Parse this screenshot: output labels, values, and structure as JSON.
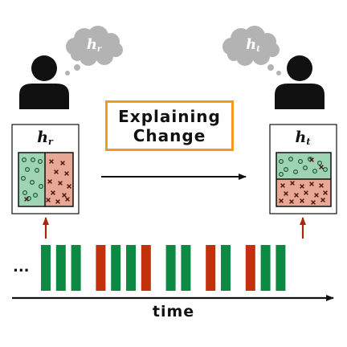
{
  "title": {
    "line1": "Explaining",
    "line2": "Change"
  },
  "reference": {
    "hyp_base": "h",
    "hyp_sub": "r",
    "thought_base": "h",
    "thought_sub": "r"
  },
  "target": {
    "hyp_base": "h",
    "hyp_sub": "t",
    "thought_base": "h",
    "thought_sub": "t"
  },
  "timeline": {
    "ellipsis": "...",
    "axis_label": "time",
    "stream": [
      "green",
      "green",
      "green",
      "gap",
      "red",
      "green",
      "green",
      "red",
      "gap",
      "green",
      "green",
      "gap",
      "red",
      "green",
      "gap",
      "red",
      "green",
      "green"
    ]
  },
  "colors": {
    "green": "#0c8a43",
    "red": "#c2300c",
    "arrow_up": "#a8280c",
    "title_border": "#f39a1e",
    "region_green": "#9fd3b3",
    "region_red": "#e8a895",
    "cloud": "#b3b3b3"
  },
  "icons": [
    "person-icon",
    "thought-cloud-icon",
    "arrow-right-icon",
    "arrow-up-icon"
  ]
}
